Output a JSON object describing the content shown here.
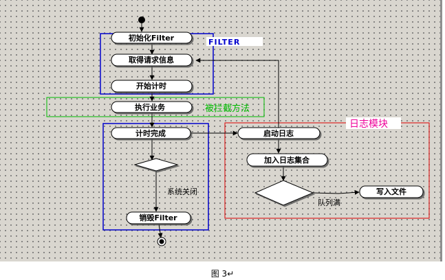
{
  "groups": {
    "filter": {
      "label": "FILTER",
      "color": "#0000cc"
    },
    "intercept": {
      "label": "被拦截方法",
      "color": "#00bb00"
    },
    "log_module": {
      "label": "日志模块",
      "color": "#dd0000",
      "label_color": "#ee0099"
    }
  },
  "nodes": {
    "init_filter": "初始化Filter",
    "get_request": "取得请求信息",
    "start_timer": "开始计时",
    "execute_business": "执行业务",
    "timer_done": "计时完成",
    "destroy_filter": "销毁Filter",
    "start_log": "启动日志",
    "add_log_set": "加入日志集合",
    "write_file": "写入文件"
  },
  "edge_labels": {
    "system_shutdown": "系统关闭",
    "queue_full": "队列满"
  },
  "caption": "图 3↵",
  "colors": {
    "node_fill": "#ffffff",
    "line": "#000000"
  }
}
